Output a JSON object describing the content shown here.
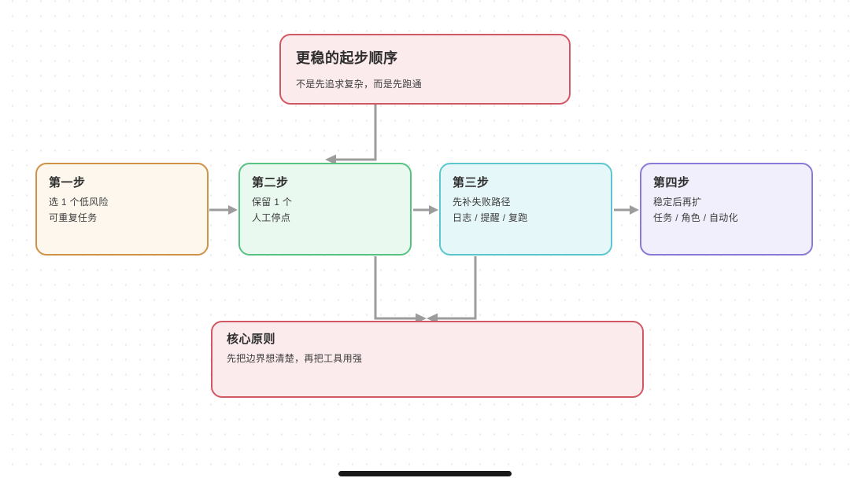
{
  "canvas": {
    "background_color": "#ffffff",
    "dot_color": "#e9e9e9",
    "home_indicator_color": "#1a1a1a"
  },
  "edges_style": {
    "color": "#9c9c9c"
  },
  "nodes": [
    {
      "id": "intro",
      "title": "更稳的起步顺序",
      "lines": [
        "不是先追求复杂，而是先跑通"
      ],
      "border": "#d25864",
      "fill": "#fcebed"
    },
    {
      "id": "step-1",
      "title": "第一步",
      "lines": [
        "选 1 个低风险",
        "可重复任务"
      ],
      "border": "#cf9247",
      "fill": "#fdf7ee"
    },
    {
      "id": "step-2",
      "title": "第二步",
      "lines": [
        "保留 1 个",
        "人工停点"
      ],
      "border": "#58c283",
      "fill": "#e9f9f0"
    },
    {
      "id": "step-3",
      "title": "第三步",
      "lines": [
        "先补失败路径",
        "日志 / 提醒 / 复跑"
      ],
      "border": "#5cc6d0",
      "fill": "#e6f7f9"
    },
    {
      "id": "step-4",
      "title": "第四步",
      "lines": [
        "稳定后再扩",
        "任务 / 角色 / 自动化"
      ],
      "border": "#887bd8",
      "fill": "#f1effb"
    },
    {
      "id": "principle",
      "title": "核心原则",
      "lines": [
        "先把边界想清楚，再把工具用强"
      ],
      "border": "#d25864",
      "fill": "#fcebed"
    }
  ],
  "connections": [
    {
      "from": "intro",
      "to": "step-2"
    },
    {
      "from": "step-1",
      "to": "step-2"
    },
    {
      "from": "step-2",
      "to": "step-3"
    },
    {
      "from": "step-3",
      "to": "step-4"
    },
    {
      "from": "step-2",
      "to": "principle"
    },
    {
      "from": "step-3",
      "to": "principle"
    }
  ]
}
